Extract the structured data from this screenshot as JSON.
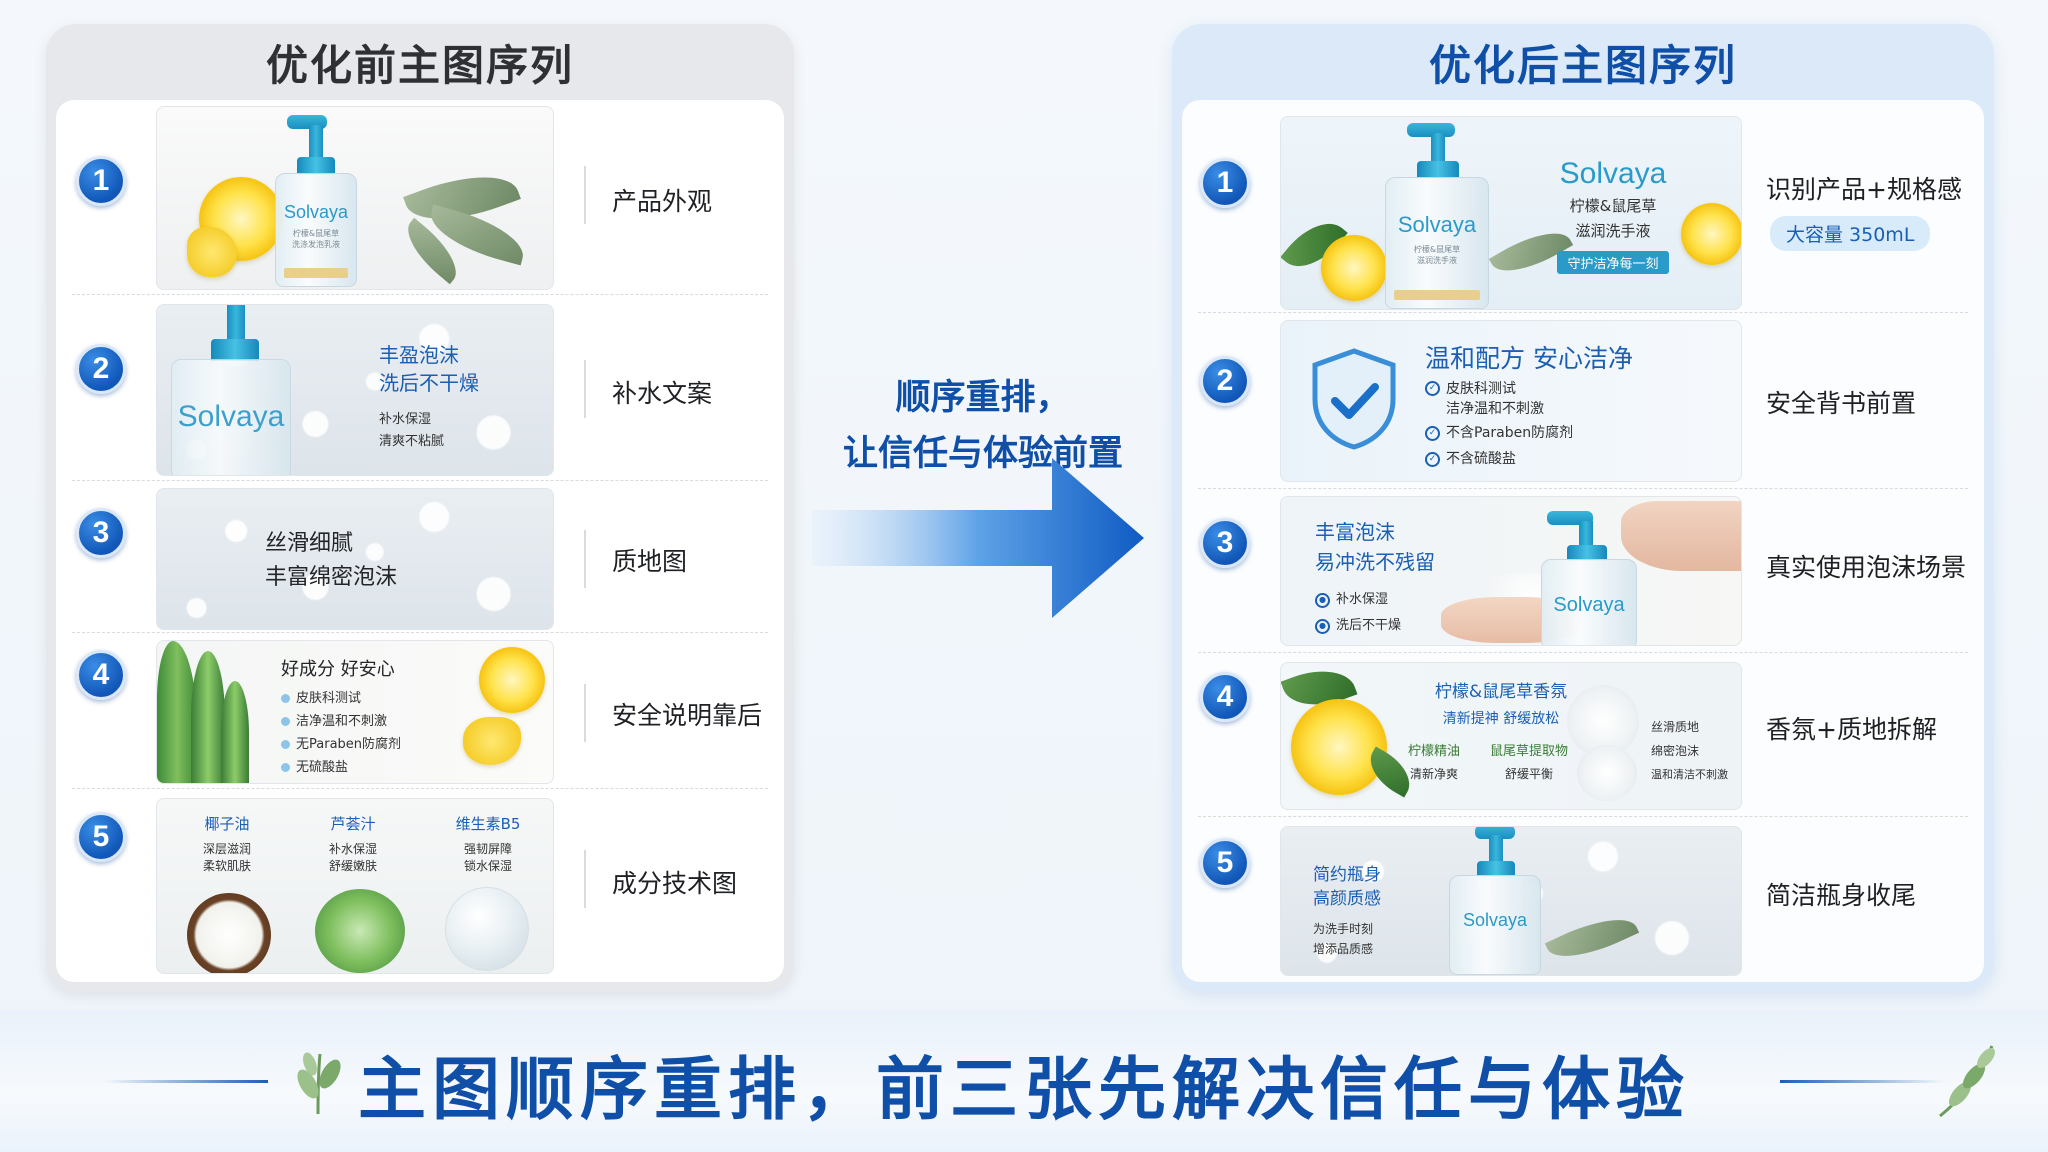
{
  "left_panel": {
    "title": "优化前主图序列",
    "rows": [
      {
        "num": "1",
        "label": "产品外观",
        "thumb": {
          "brand": "Solvaya",
          "sub": "柠檬&鼠尾草\n洗涤发泡乳液"
        }
      },
      {
        "num": "2",
        "label": "补水文案",
        "thumb": {
          "brand": "Solvaya",
          "head1": "丰盈泡沫",
          "head2": "洗后不干燥",
          "sub1": "补水保湿",
          "sub2": "清爽不粘腻"
        }
      },
      {
        "num": "3",
        "label": "质地图",
        "thumb": {
          "line1": "丝滑细腻",
          "line2": "丰富绵密泡沫"
        }
      },
      {
        "num": "4",
        "label": "安全说明靠后",
        "thumb": {
          "head": "好成分 好安心",
          "items": [
            "皮肤科测试",
            "洁净温和不刺激",
            "无Paraben防腐剂",
            "无硫酸盐"
          ]
        }
      },
      {
        "num": "5",
        "label": "成分技术图",
        "thumb": {
          "cols": [
            {
              "title": "椰子油",
              "l1": "深层滋润",
              "l2": "柔软肌肤"
            },
            {
              "title": "芦荟汁",
              "l1": "补水保湿",
              "l2": "舒缓嫩肤"
            },
            {
              "title": "维生素B5",
              "l1": "强韧屏障",
              "l2": "锁水保湿"
            }
          ]
        }
      }
    ]
  },
  "middle": {
    "line1": "顺序重排，",
    "line2": "让信任与体验前置"
  },
  "right_panel": {
    "title": "优化后主图序列",
    "rows": [
      {
        "num": "1",
        "label": "识别产品+规格感",
        "pill": "大容量 350mL",
        "thumb": {
          "brand": "Solvaya",
          "name1": "柠檬&鼠尾草",
          "name2": "滋润洗手液",
          "tag": "守护洁净每一刻",
          "bottle_brand": "Solvaya",
          "bottle_sub": "柠檬&鼠尾草\n滋润洗手液"
        }
      },
      {
        "num": "2",
        "label": "安全背书前置",
        "thumb": {
          "head": "温和配方 安心洁净",
          "items": [
            "皮肤科测试\n洁净温和不刺激",
            "不含Paraben防腐剂",
            "不含硫酸盐"
          ]
        }
      },
      {
        "num": "3",
        "label": "真实使用泡沫场景",
        "thumb": {
          "head1": "丰富泡沫",
          "head2": "易冲洗不残留",
          "items": [
            "补水保湿",
            "洗后不干燥"
          ],
          "bottle_brand": "Solvaya"
        }
      },
      {
        "num": "4",
        "label": "香氛+质地拆解",
        "thumb": {
          "head": "柠檬&鼠尾草香氛",
          "sub": "清新提神 舒缓放松",
          "c1t": "柠檬精油",
          "c1s": "清新净爽",
          "c2t": "鼠尾草提取物",
          "c2s": "舒缓平衡",
          "r1": "丝滑质地",
          "r2": "绵密泡沫",
          "r3": "温和清洁不刺激"
        }
      },
      {
        "num": "5",
        "label": "简洁瓶身收尾",
        "thumb": {
          "head1": "简约瓶身",
          "head2": "高颜质感",
          "sub1": "为洗手时刻",
          "sub2": "增添品质感",
          "bottle_brand": "Solvaya"
        }
      }
    ]
  },
  "banner": {
    "text": "主图顺序重排，前三张先解决信任与体验"
  },
  "colors": {
    "accent": "#0f4fa8",
    "badge": "#1157b8",
    "bottle_cyan": "#2a9ac8"
  }
}
